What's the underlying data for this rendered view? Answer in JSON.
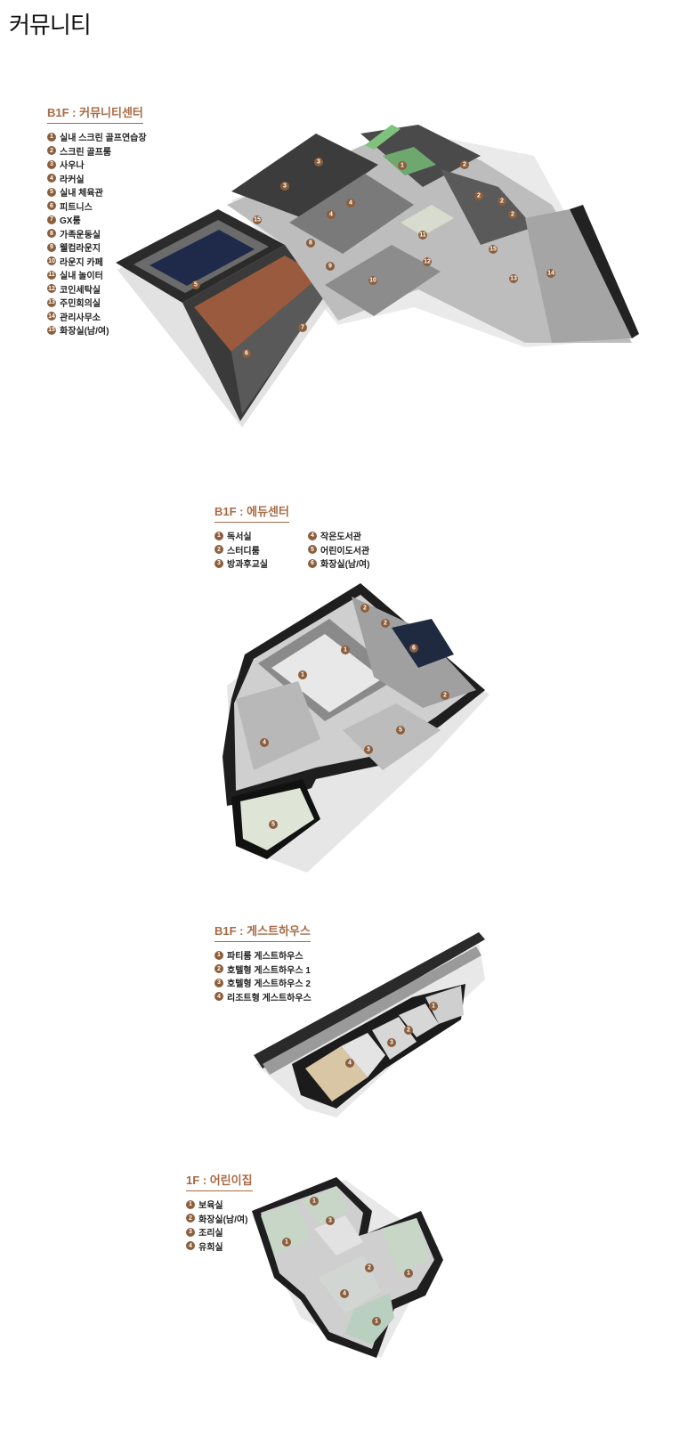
{
  "page_title": "커뮤니티",
  "sections": [
    {
      "title": "B1F : 커뮤니티센터",
      "items": [
        {
          "num": "1",
          "label": "실내 스크린 골프연습장"
        },
        {
          "num": "2",
          "label": "스크린 골프룸"
        },
        {
          "num": "3",
          "label": "사우나"
        },
        {
          "num": "4",
          "label": "라커실"
        },
        {
          "num": "5",
          "label": "실내 체육관"
        },
        {
          "num": "6",
          "label": "피트니스"
        },
        {
          "num": "7",
          "label": "GX룸"
        },
        {
          "num": "8",
          "label": "가족운동실"
        },
        {
          "num": "9",
          "label": "웰컴라운지"
        },
        {
          "num": "10",
          "label": "라운지 카페"
        },
        {
          "num": "11",
          "label": "실내 놀이터"
        },
        {
          "num": "12",
          "label": "코인세탁실"
        },
        {
          "num": "13",
          "label": "주민회의실"
        },
        {
          "num": "14",
          "label": "관리사무소"
        },
        {
          "num": "15",
          "label": "화장실(남/여)"
        }
      ]
    },
    {
      "title": "B1F : 에듀센터",
      "items": [
        {
          "num": "1",
          "label": "독서실"
        },
        {
          "num": "2",
          "label": "스터디룸"
        },
        {
          "num": "3",
          "label": "방과후교실"
        },
        {
          "num": "4",
          "label": "작은도서관"
        },
        {
          "num": "5",
          "label": "어린이도서관"
        },
        {
          "num": "6",
          "label": "화장실(남/여)"
        }
      ]
    },
    {
      "title": "B1F : 게스트하우스",
      "items": [
        {
          "num": "1",
          "label": "파티룸 게스트하우스"
        },
        {
          "num": "2",
          "label": "호텔형 게스트하우스 1"
        },
        {
          "num": "3",
          "label": "호텔형 게스트하우스 2"
        },
        {
          "num": "4",
          "label": "리조트형 게스트하우스"
        }
      ]
    },
    {
      "title": "1F : 어린이집",
      "items": [
        {
          "num": "1",
          "label": "보육실"
        },
        {
          "num": "2",
          "label": "화장실(남/여)"
        },
        {
          "num": "3",
          "label": "조리실"
        },
        {
          "num": "4",
          "label": "유희실"
        }
      ]
    }
  ],
  "plans": {
    "community": {
      "markers": [
        "1",
        "2",
        "2",
        "2",
        "2",
        "3",
        "3",
        "4",
        "4",
        "5",
        "6",
        "7",
        "8",
        "9",
        "10",
        "11",
        "12",
        "13",
        "14",
        "15",
        "15"
      ]
    },
    "edu": {
      "markers": [
        "1",
        "1",
        "2",
        "2",
        "2",
        "3",
        "4",
        "5",
        "5",
        "6"
      ]
    },
    "guest": {
      "markers": [
        "1",
        "2",
        "3",
        "4"
      ]
    },
    "daycare": {
      "markers": [
        "1",
        "1",
        "1",
        "1",
        "2",
        "3",
        "4"
      ]
    }
  },
  "colors": {
    "accent": "#a86a44",
    "marker": "#8b5e3c",
    "wall": "#2a2a2a",
    "floor": "#d9d9d9",
    "court": "#1f2a4a",
    "fitness_floor": "#9a5a3e",
    "green": "#6fa86f"
  }
}
